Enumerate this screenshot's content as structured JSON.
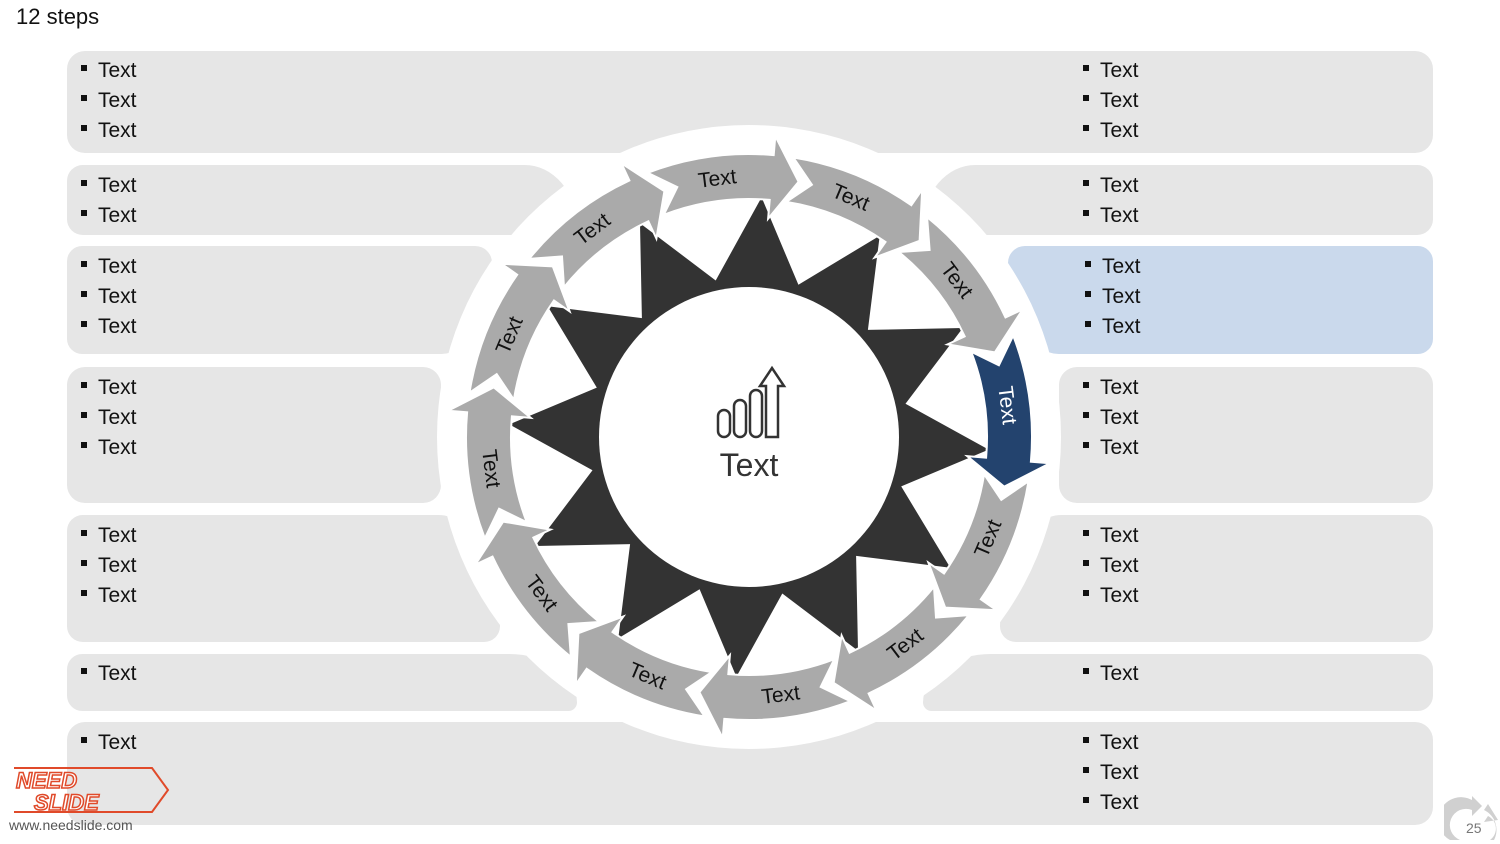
{
  "title": "12 steps",
  "center": {
    "label": "Text",
    "icon": "bar-chart-growth-icon"
  },
  "steps": [
    "Text",
    "Text",
    "Text",
    "Text",
    "Text",
    "Text",
    "Text",
    "Text",
    "Text",
    "Text",
    "Text",
    "Text"
  ],
  "left_boxes": [
    {
      "items": [
        "Text",
        "Text",
        "Text"
      ]
    },
    {
      "items": [
        "Text",
        "Text"
      ]
    },
    {
      "items": [
        "Text",
        "Text",
        "Text"
      ]
    },
    {
      "items": [
        "Text",
        "Text",
        "Text"
      ]
    },
    {
      "items": [
        "Text",
        "Text",
        "Text"
      ]
    },
    {
      "items": [
        "Text"
      ]
    },
    {
      "items": [
        "Text"
      ]
    }
  ],
  "right_boxes": [
    {
      "items": [
        "Text",
        "Text",
        "Text"
      ]
    },
    {
      "items": [
        "Text",
        "Text"
      ]
    },
    {
      "items": [
        "Text",
        "Text",
        "Text"
      ],
      "highlighted": true
    },
    {
      "items": [
        "Text",
        "Text",
        "Text"
      ]
    },
    {
      "items": [
        "Text",
        "Text",
        "Text"
      ]
    },
    {
      "items": [
        "Text"
      ]
    },
    {
      "items": [
        "Text",
        "Text",
        "Text"
      ]
    }
  ],
  "colors": {
    "box": "#e6e6e6",
    "highlight_box": "#cad9ec",
    "arrow": "#aaaaaa",
    "active_arrow": "#23436e",
    "star": "#333333"
  },
  "footer": {
    "url": "www.needslide.com",
    "logo_line1": "NEED",
    "logo_line2": "SLIDE",
    "page": "25"
  }
}
